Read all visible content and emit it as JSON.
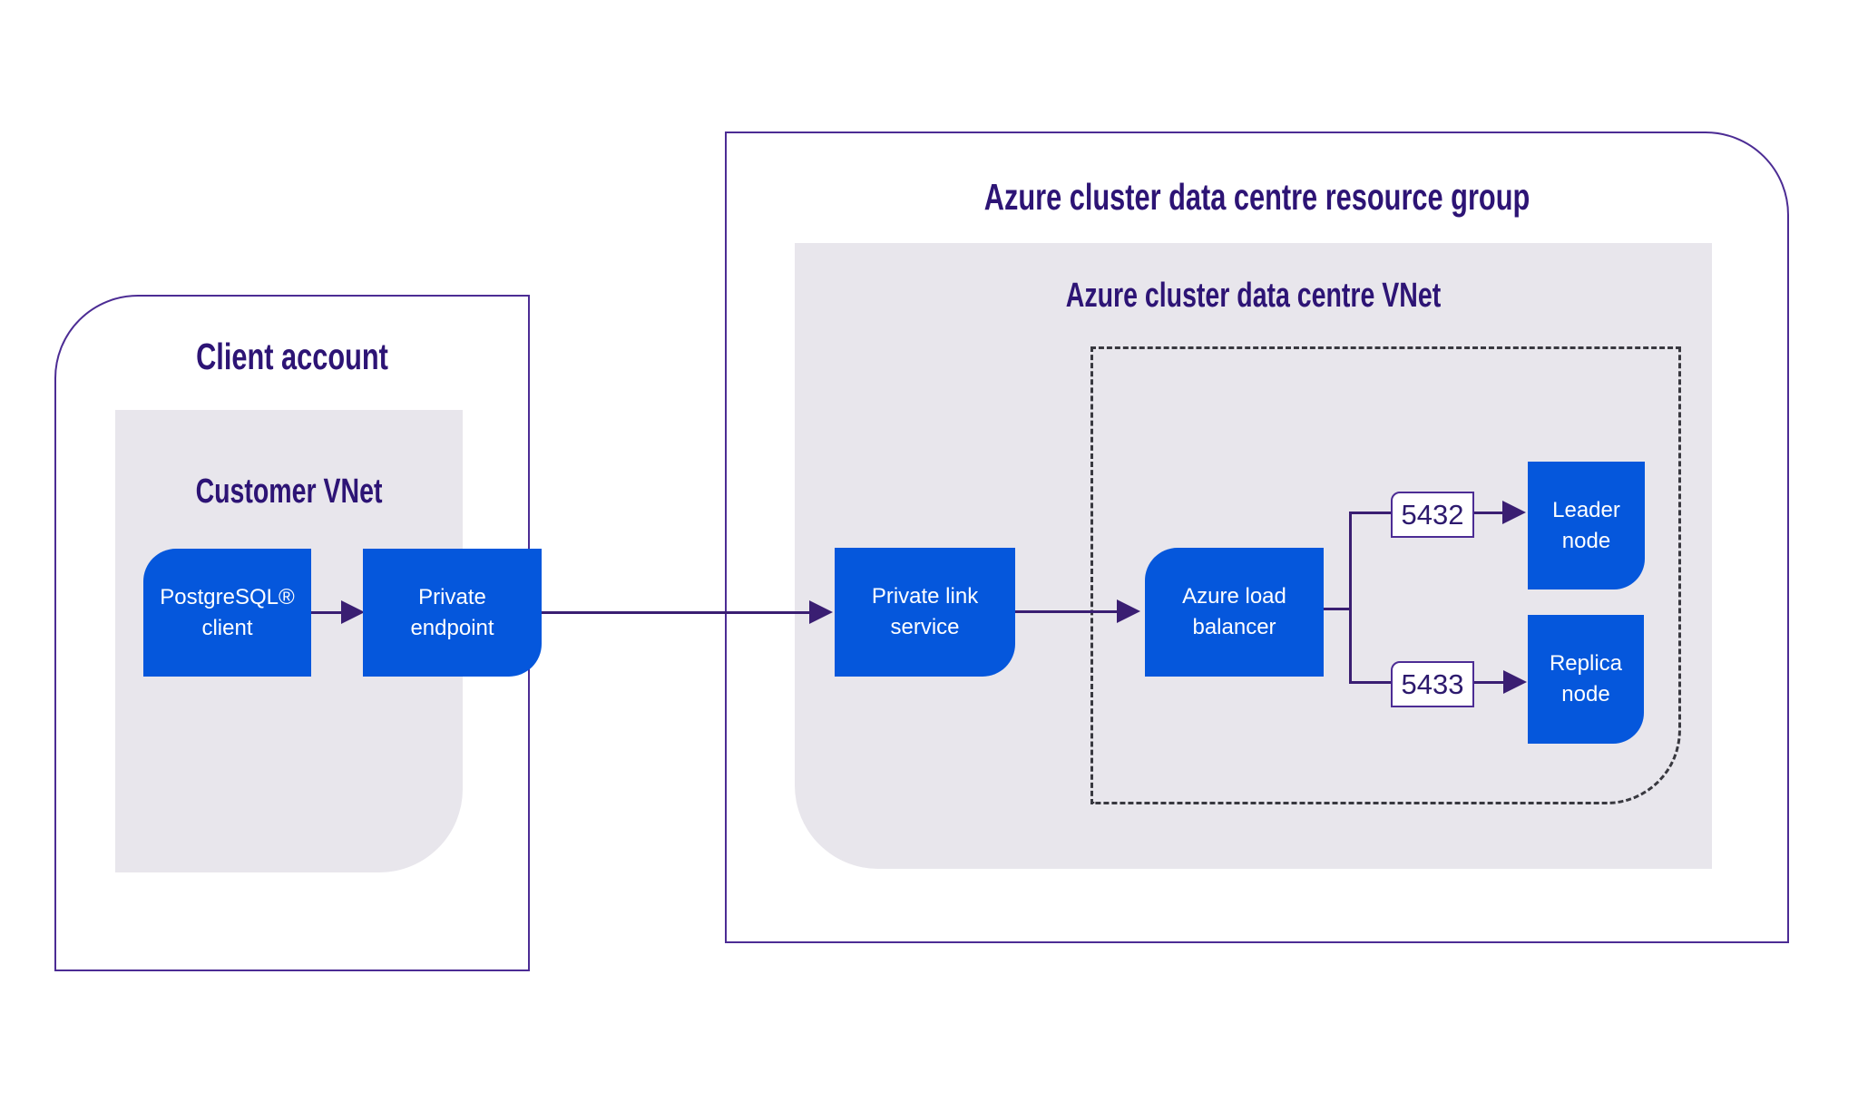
{
  "client_account": {
    "title": "Client account",
    "customer_vnet": {
      "title": "Customer VNet"
    },
    "nodes": {
      "postgresql_client": "PostgreSQL®\nclient",
      "private_endpoint": "Private\nendpoint"
    }
  },
  "resource_group": {
    "title": "Azure cluster data centre resource group",
    "vnet": {
      "title": "Azure cluster data centre VNet"
    },
    "nodes": {
      "private_link_service": "Private link\nservice",
      "load_balancer": "Azure load\nbalancer",
      "leader_node": "Leader\nnode",
      "replica_node": "Replica\nnode"
    },
    "ports": {
      "leader_port": "5432",
      "replica_port": "5433"
    }
  },
  "colors": {
    "node_blue": "#0557dc",
    "outline_purple": "#4c2c94",
    "connector_purple": "#3a1e72",
    "title_indigo": "#2d1475",
    "panel_gray": "#e8e6ec",
    "dash_dark": "#38383f",
    "node_text": "#ffffff"
  }
}
